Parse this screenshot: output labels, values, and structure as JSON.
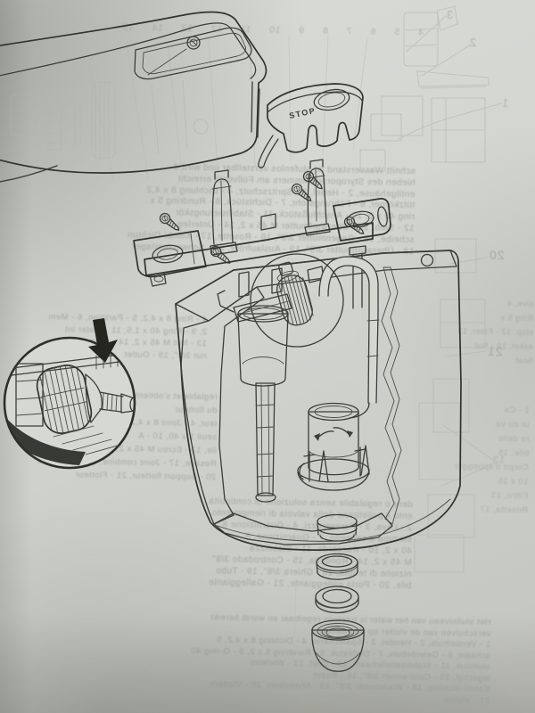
{
  "meta": {
    "description": "Photographed instruction-sheet page: exploded diagram of a concealed toilet cistern flush mechanism with bleed-through text from reverse side"
  },
  "diagram": {
    "stop_label": "STOP"
  },
  "colors": {
    "paper": "#d0d3cd",
    "ink": "#3b3e38",
    "bleed_text": "#99a198",
    "arrow_black": "#24261f",
    "shadow": "#2a2c27"
  },
  "bleedthrough": {
    "top_numbers": "4   5   6   7   8   9   10   11   12   13   14   15",
    "corner_numbers": {
      "n3": "3",
      "n2": "2",
      "n1": "1"
    },
    "right_numbers": {
      "n20": "20",
      "n21": "21",
      "n13": "13"
    },
    "german": [
      "schnitt Wasserstand ist stufenlos verstellbar und wird d",
      "hieben des Styroporschwimmers am Füllventil erreicht",
      "entilgehäuse, 2 - Hebel, 3 - Spritzschutz, 4 - Dichtung 8 x 4,2",
      "tützkörper, 6 - Führungsrohr, 7 - Dichtstück, 8 - Rundring 5 x",
      "ring 40 x 2, 10 - Anschlußstück, 11 - Stabilisierungskör",
      "12 - Sieb, 13 - Überwurfmutter M 45 x 2, 14 - Unterleg",
      "scheibe, 15 - Gegenmutter 3/8\", 16 - Rosette, 17 - Kombi-Dichtun",
      "18 - Überwurfmutter 3/8\", 19 - Auslaufrohr, 20 - Schwimmerlager"
    ],
    "english": [
      "4 - Ring 8 x 4,2, 5 - Partition, 6 - Mem",
      "2, 9 - Ring 40 x 1,5, 11 - Water int",
      "13 - Nut M 45 x 2, 14 - Ring",
      "nut 3/8\", 19 - Outlet"
    ],
    "english_fragments": [
      "alve, 4",
      "Ring 5 x",
      "stop, 12 - Filter, 13",
      "asket, 16 - Nut",
      "float"
    ],
    "french": [
      "réglable et s'obtient",
      "du flotteur",
      "teur, 4 - Joint 8 x 4,2, 5",
      "seuil 1 x 40, 10 - A",
      "ile, 13 - Ecrou M 45 x 2, 14 - Joint",
      "Rosace, 17 - Joint combiné, 18 - Ecrou 3/8\"",
      "20 - Support flotteur, 21 - Flotteur"
    ],
    "italian": [
      "dere o regolabile senza soluzione di continuità",
      "ento il polistirene della valvola di riempimento",
      "2 - Leva, 3 - Paraspruzzi, 4 - Guarnizione 8",
      "stemma a cappello, 7 - Guarnizione, 8",
      "40 x 2, 10 - Raccordo, 11 - Stabilizza",
      "M 45 x 2, 14 - Rondella, 15 - Controdado 3/8\"",
      "nizione di tenuta, 18 - Ghiera 3/8\", 19 - Tubo",
      "bile, 20 - Porta galleggiante, 21 - Galleggiante"
    ],
    "italian_fragments": [
      "1 - Ca",
      "ut du va",
      "ra delle",
      "bile, 15",
      "Corpo d'appoggio",
      "10 x 15",
      "Filtro, 13",
      "Rosetta, 17"
    ],
    "dutch": [
      "Het sluitniveau van het water is traploos regelbaar en wordt bereikt",
      "verschuiven van de vlotter op de vulkraan",
      "1 - Ventielhuis, 2 - Hendel, 3 - Spatscherm, 4 - Dichting 8 x 4,2, 5",
      "lichaam, 6 - Geleidebuis, 7 - Dichtstuk, 8 - Rondring 5 x 2, 9 - O-ring 40",
      "sluitstuk, 11 - Stabilisatielichaam, 12 - Zeef, 13 - Wartelm",
      "legschijf, 15 - Contramoer 3/8\", 16 - Rozet",
      "Kombi-dichting, 18 - Wartelmoer 3/8\", 19 - Afvoerbuis, 20 - Vlotterh",
      "21 - Vlotter"
    ]
  }
}
